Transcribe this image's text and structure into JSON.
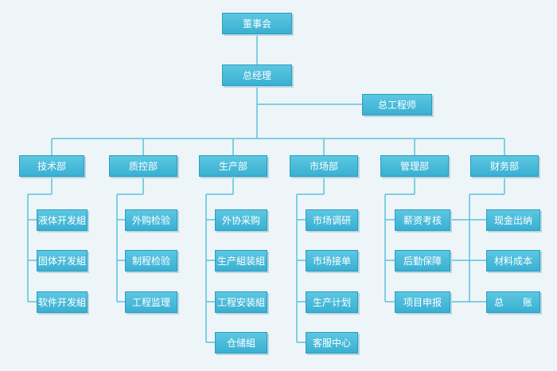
{
  "colors": {
    "box": "#46b9dc",
    "line": "#5cc2de",
    "background": "#eef5f8"
  },
  "chairman": "董事会",
  "general_manager": "总经理",
  "chief_engineer": "总工程师",
  "departments": [
    {
      "name": "技术部",
      "children": [
        "液体开发組",
        "固体开发組",
        "软件开发組"
      ]
    },
    {
      "name": "质控部",
      "children": [
        "外购检验",
        "制程检验",
        "工程监理"
      ]
    },
    {
      "name": "生产部",
      "children": [
        "外协采购",
        "生产組装組",
        "工程安装組",
        "仓储組"
      ]
    },
    {
      "name": "市场部",
      "children": [
        "市场调研",
        "市场接单",
        "生产计划",
        "客服中心"
      ]
    },
    {
      "name": "管理部",
      "children": [
        "薪资考核",
        "后勤保障",
        "项目申报"
      ]
    },
    {
      "name": "财务部",
      "children": [
        "现金出纳",
        "材料成本",
        "总　　账"
      ]
    }
  ]
}
